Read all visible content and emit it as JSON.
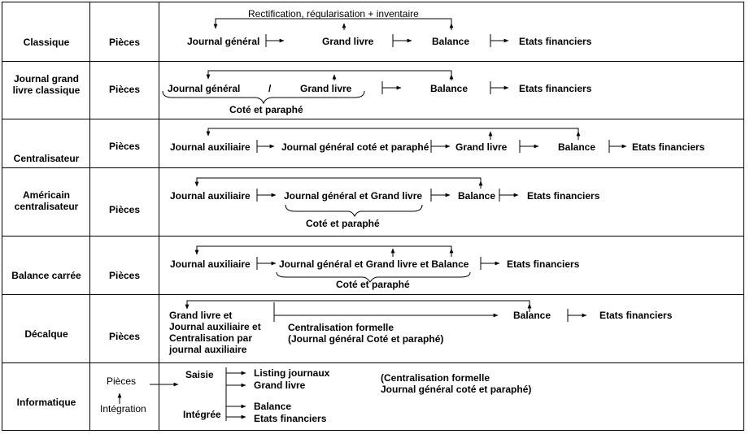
{
  "rows": [
    {
      "system": "Classique",
      "pieces": "Pièces",
      "journal_general": "Journal général",
      "grand_livre": "Grand livre",
      "balance": "Balance",
      "etats_financiers": "Etats financiers",
      "feedback_label": "Rectification, régularisation + inventaire"
    },
    {
      "system": "Journal grand livre classique",
      "pieces": "Pièces",
      "journal_general": "Journal général",
      "slash": "/",
      "grand_livre": "Grand livre",
      "balance": "Balance",
      "etats_financiers": "Etats financiers",
      "brace_label": "Coté et paraphé"
    },
    {
      "system": "Centralisateur",
      "pieces": "Pièces",
      "journal_auxiliaire": "Journal auxiliaire",
      "journal_general": "Journal général coté et paraphé",
      "grand_livre": "Grand livre",
      "balance": "Balance",
      "etats_financiers": "Etats financiers"
    },
    {
      "system": "Américain centralisateur",
      "pieces": "Pièces",
      "journal_auxiliaire": "Journal auxiliaire",
      "journal_general": "Journal général et Grand livre",
      "balance": "Balance",
      "etats_financiers": "Etats financiers",
      "brace_label": "Coté et paraphé"
    },
    {
      "system": "Balance carrée",
      "pieces": "Pièces",
      "journal_auxiliaire": "Journal auxiliaire",
      "journal_general": "Journal général et Grand livre et Balance",
      "etats_financiers": "Etats financiers",
      "brace_label": "Coté et paraphé"
    },
    {
      "system": "Décalque",
      "pieces": "Pièces",
      "grand_livre_block": "Grand livre et Journal auxiliaire et Centralisation par journal auxiliaire",
      "centralisation": "Centralisation formelle",
      "centralisation_detail": "(Journal général Coté et paraphé)",
      "balance": "Balance",
      "etats_financiers": "Etats financiers"
    },
    {
      "system": "Informatique",
      "pieces": "Pièces",
      "integration": "Intégration",
      "saisie": "Saisie",
      "listing": "Listing journaux",
      "grand_livre": "Grand livre",
      "integree": "Intégrée",
      "balance": "Balance",
      "etats_financiers": "Etats financiers",
      "note_line1": "(Centralisation formelle",
      "note_line2": "Journal général coté et paraphé)"
    }
  ]
}
